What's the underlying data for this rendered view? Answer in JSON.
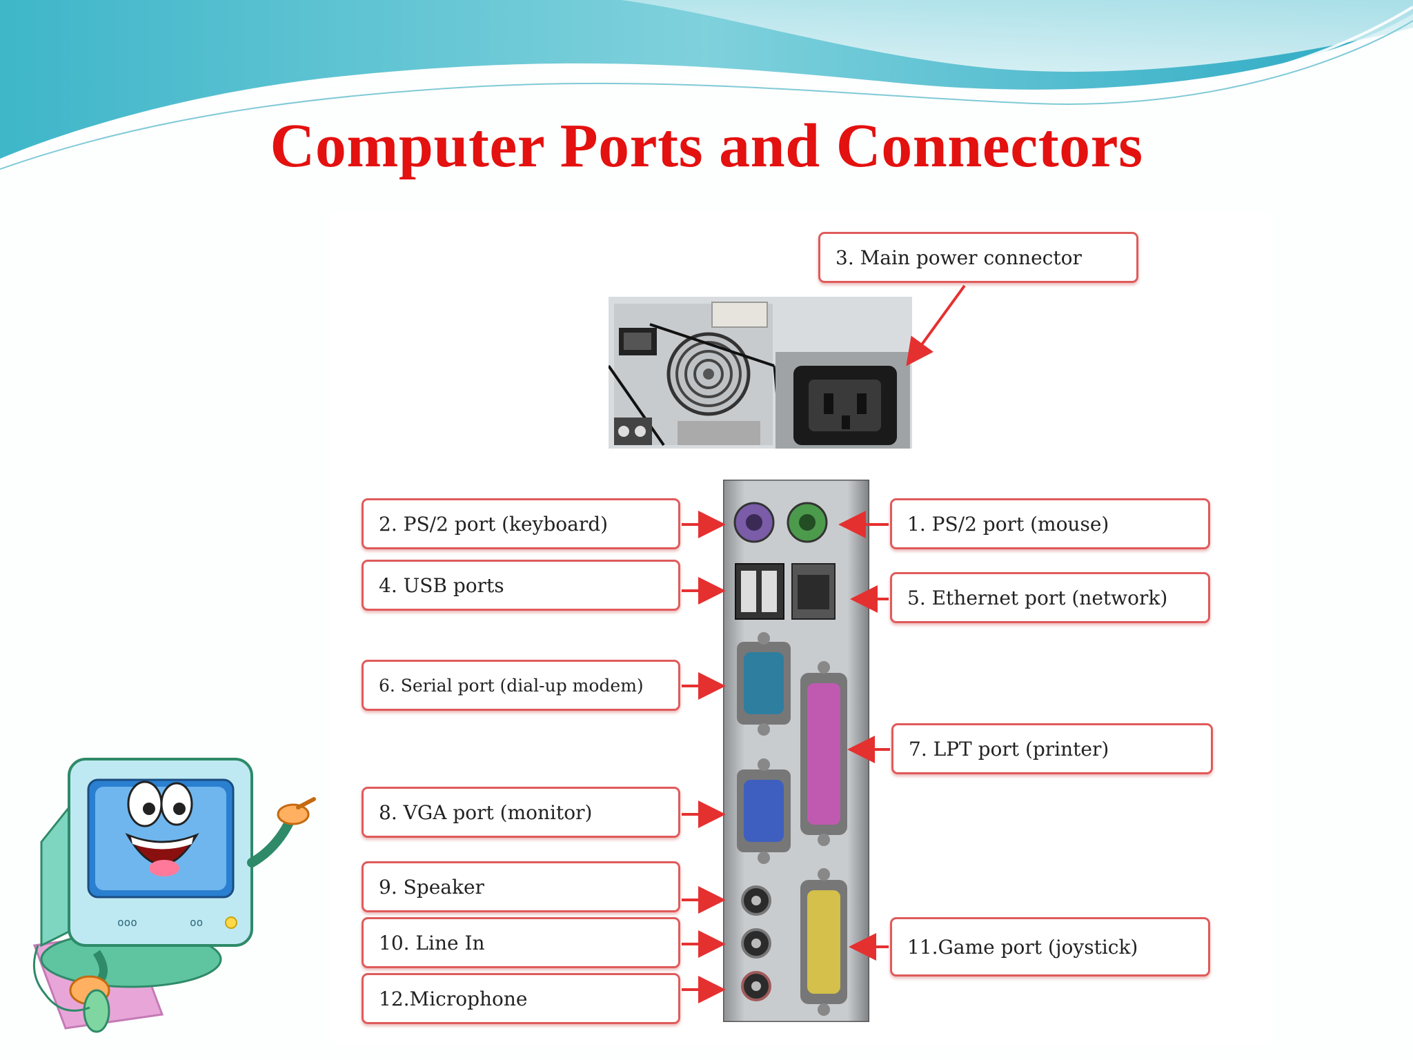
{
  "title": "Computer Ports and Connectors",
  "labels": {
    "main_power": "3.  Main power connector",
    "ps2_keyboard": "2.  PS/2 port (keyboard)",
    "ps2_mouse": "1.  PS/2 port (mouse)",
    "usb": "4.  USB ports",
    "ethernet": "5.  Ethernet port (network)",
    "serial": "6.  Serial port (dial-up modem)",
    "lpt": "7.  LPT port (printer)",
    "vga": "8.  VGA port (monitor)",
    "speaker": "9.  Speaker",
    "line_in": "10. Line In",
    "game": "11.Game port (joystick)",
    "microphone": "12.Microphone"
  },
  "colors": {
    "title": "#e3110f",
    "arrow": "#e53030",
    "callout_border": "#e05a5a"
  },
  "icons": [
    "monitor-mascot-icon",
    "mouse-icon",
    "power-supply-photo",
    "io-panel-photo"
  ]
}
